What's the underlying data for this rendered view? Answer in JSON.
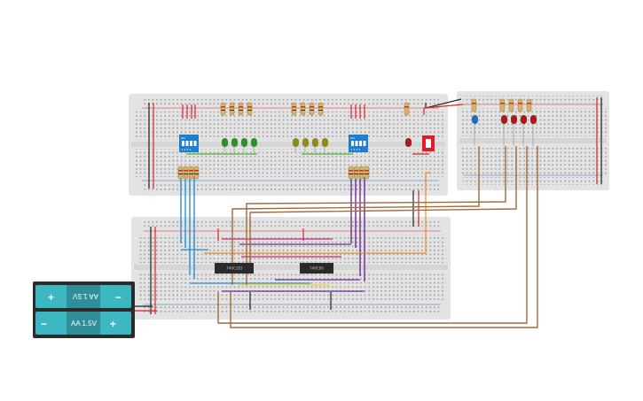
{
  "circuit": {
    "chips": [
      {
        "label": "74HC283"
      },
      {
        "label": "74HC86"
      }
    ],
    "battery": {
      "cell_top_label": "AA 1.5V",
      "cell_bottom_label": "AA 1.5V",
      "plus_sign": "+",
      "minus_sign": "−"
    },
    "dip_switches": [
      {
        "label": "ON",
        "numbers": "1 2 3 4"
      },
      {
        "label": "ON",
        "numbers": "1 2 3 4"
      }
    ],
    "colors": {
      "board": "#e3e3e3",
      "rail_red": "#d9232c",
      "rail_blue": "#2c6fb7",
      "wire_blue": "#2b8fd1",
      "wire_purple": "#6b2c91",
      "wire_brown": "#a46a3a",
      "wire_orange": "#f08c1e",
      "wire_green": "#46b333",
      "wire_yellow": "#e9d81e",
      "wire_magenta": "#c9297d",
      "wire_black": "#222222",
      "chip": "#2a2a2a",
      "dip": "#1e7fd0",
      "led_green": "#2e8f2e",
      "led_yellow": "#8f8a1e",
      "led_red": "#a31d1d",
      "led_blue": "#1f6fb8",
      "battery_body": "#3db8c3",
      "battery_case": "#2b2b2b"
    }
  }
}
